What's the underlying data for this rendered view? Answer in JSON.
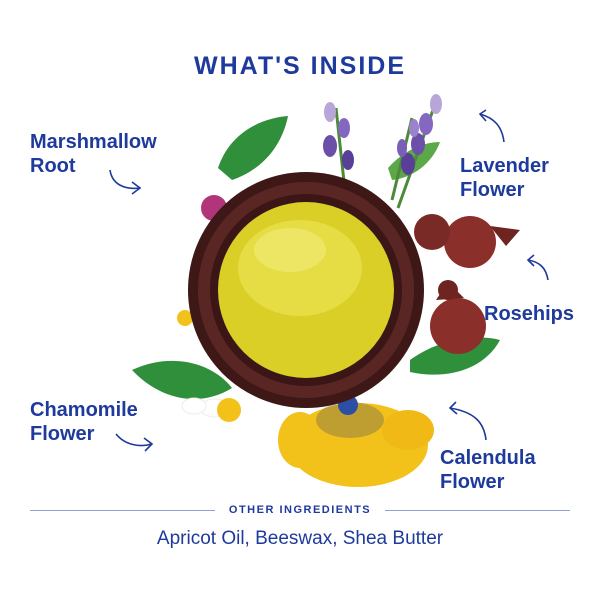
{
  "header": {
    "title": "WHAT'S INSIDE"
  },
  "ingredients": {
    "marshmallow": {
      "line1": "Marshmallow",
      "line2": "Root"
    },
    "lavender": {
      "line1": "Lavender",
      "line2": "Flower"
    },
    "rosehips": {
      "line1": "Rosehips"
    },
    "chamomile": {
      "line1": "Chamomile",
      "line2": "Flower"
    },
    "calendula": {
      "line1": "Calendula",
      "line2": "Flower"
    }
  },
  "other": {
    "title": "OTHER INGREDIENTS",
    "list": "Apricot Oil, Beeswax, Shea Butter"
  },
  "colors": {
    "brand_blue": "#1e3a9c",
    "salve_yellow": "#e0d62a",
    "jar_brown": "#4a1f1d",
    "calendula_yellow": "#f3c21a",
    "lavender_purple": "#6b4fa8",
    "leaf_green": "#2f8f3a",
    "rosehip_red": "#8b2f2b"
  }
}
